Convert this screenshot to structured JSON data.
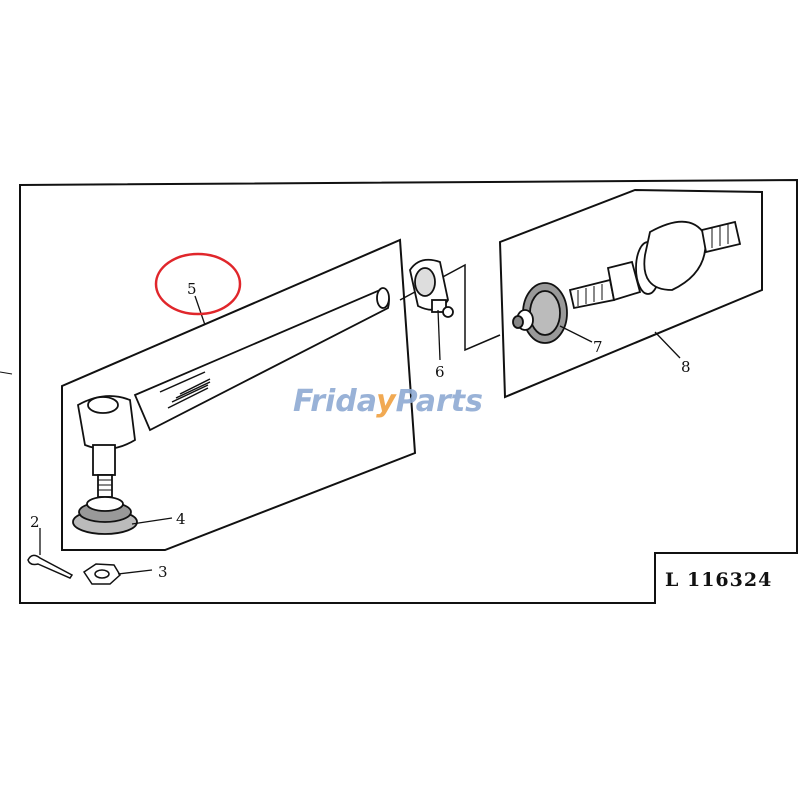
{
  "diagram": {
    "drawing_number": "L 116324",
    "callouts": [
      {
        "number": "2",
        "part": "cotter-pin"
      },
      {
        "number": "3",
        "part": "castle-nut"
      },
      {
        "number": "4",
        "part": "boot"
      },
      {
        "number": "5",
        "part": "tie-rod-end"
      },
      {
        "number": "6",
        "part": "clamp"
      },
      {
        "number": "7",
        "part": "bellows-boot"
      },
      {
        "number": "8",
        "part": "inner-tie-rod"
      }
    ],
    "highlighted_callout": "5",
    "highlight_color": "#e0262b"
  },
  "watermark": {
    "text_left": "Frida",
    "text_mid": "y",
    "text_right": "Parts",
    "color_primary": "#8eaad3",
    "color_accent": "#f0a040"
  }
}
